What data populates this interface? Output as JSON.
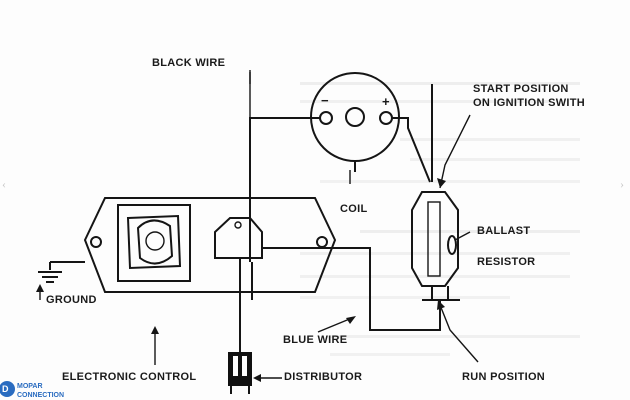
{
  "labels": {
    "black_wire": "BLACK WIRE",
    "start_position_1": "START POSITION",
    "start_position_2": "ON IGNITION SWITH",
    "coil": "COIL",
    "coil_minus": "−",
    "coil_plus": "+",
    "ballast": "BALLAST",
    "resistor": "RESISTOR",
    "ground": "GROUND",
    "blue_wire": "BLUE WIRE",
    "electronic_control": "ELECTRONIC CONTROL",
    "distributor": "DISTRIBUTOR",
    "run_position": "RUN POSITION"
  },
  "logo": {
    "line1": "MOPAR",
    "line2": "CONNECTION"
  },
  "colors": {
    "ink": "#151515",
    "logo_blue": "#2a6cc0"
  }
}
